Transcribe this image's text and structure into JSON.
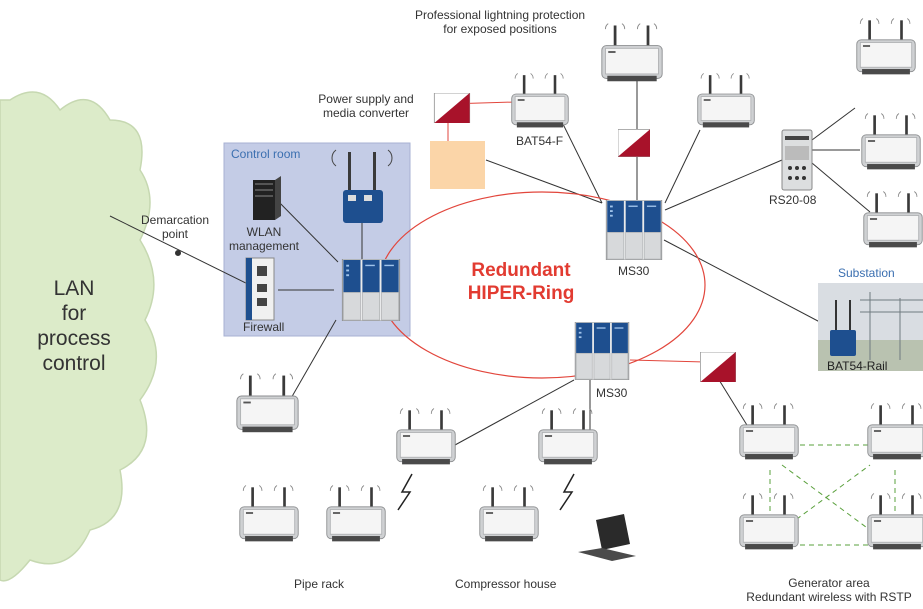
{
  "cloud": {
    "label_lines": [
      "LAN",
      "for",
      "process",
      "control"
    ]
  },
  "demarcation": {
    "lines": [
      "Demarcation",
      "point"
    ]
  },
  "control_room": {
    "title": "Control room",
    "wlan_lines": [
      "WLAN",
      "management"
    ],
    "firewall": "Firewall"
  },
  "ring": {
    "lines": [
      "Redundant",
      "HIPER-Ring"
    ]
  },
  "labels": {
    "lightning": [
      "Professional lightning protection",
      "for exposed positions"
    ],
    "power_supply": [
      "Power supply and",
      "media converter"
    ],
    "bat54f": "BAT54-F",
    "ms30_top": "MS30",
    "ms30_bottom": "MS30",
    "rs2008": "RS20-08",
    "substation": "Substation",
    "bat54rail": "BAT54-Rail",
    "pipe_rack": "Pipe rack",
    "compressor_house": "Compressor house",
    "generator_area": "Generator area",
    "redundant_wireless": "Redundant wireless with RSTP"
  },
  "colors": {
    "cloud": "#dcebc9",
    "control_room_bg": "#c4cce6",
    "ring": "#e2463c",
    "ring_text": "#e23b31",
    "power_box": "#fbd5a8",
    "surge_red": "#a8122a",
    "ms30_blue": "#1e4f8f",
    "wireless_link": "#5aa03c"
  }
}
